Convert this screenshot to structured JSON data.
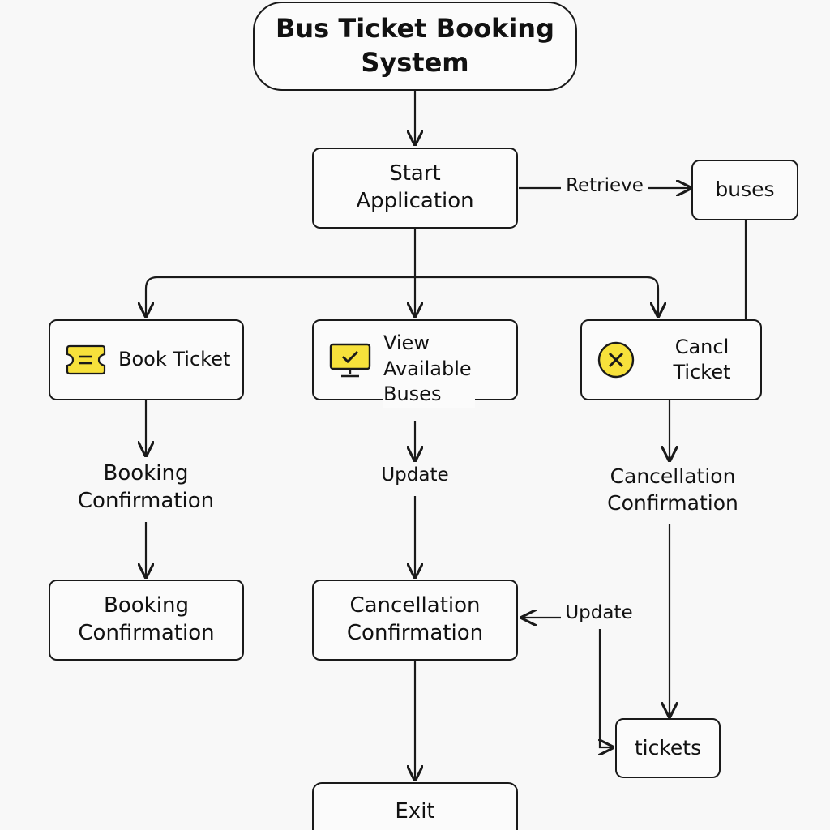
{
  "nodes": {
    "title": "Bus Ticket Booking\nSystem",
    "start": "Start\nApplication",
    "buses": "buses",
    "book_ticket": "Book Ticket",
    "view_buses": "View\nAvailable\nBuses",
    "cancel_ticket": "Cancl Ticket",
    "booking_confirmation_box": "Booking\nConfirmation",
    "cancellation_confirmation_box": "Cancellation\nConfirmation",
    "exit": "Exit",
    "tickets": "tickets"
  },
  "labels": {
    "retrieve": "Retrieve",
    "booking_confirmation": "Booking\nConfirmation",
    "update_center": "Update",
    "cancellation_confirmation": "Cancellation\nConfirmation",
    "update_right": "Update"
  },
  "icons": {
    "book_ticket": "ticket-icon",
    "view_buses": "monitor-check-icon",
    "cancel_ticket": "x-circle-icon",
    "accent_color": "#f7e13b"
  }
}
